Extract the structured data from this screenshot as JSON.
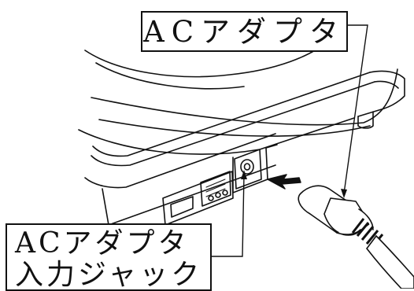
{
  "labels": {
    "ac_adapter": "ACアダプタ",
    "ac_adapter_input_jack_line1": "ACアダプタ",
    "ac_adapter_input_jack_line2": "入力ジャック"
  },
  "colors": {
    "line": "#111111",
    "background": "#ffffff",
    "arrow": "#111111"
  }
}
